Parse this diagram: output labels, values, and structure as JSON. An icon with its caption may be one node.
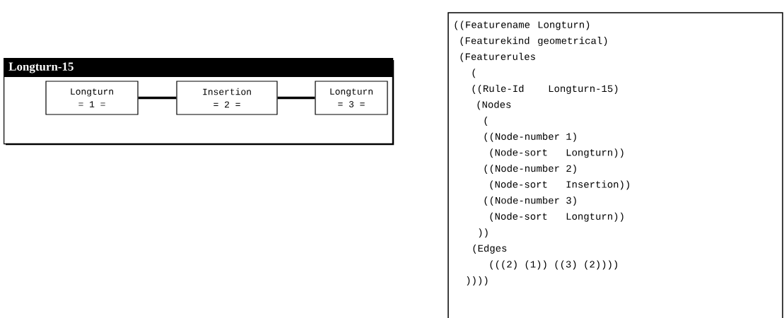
{
  "diagram": {
    "nodes": [
      {
        "text": [
          "Longturn-15"
        ]
      },
      {
        "text": [
          "Longturn",
          "= 1 ="
        ],
        "in": 0
      },
      {
        "text": [
          "Insertion",
          "= 2 ="
        ],
        "in": 0
      },
      {
        "text": [
          "Longturn",
          "= 3 ="
        ],
        "in": 0
      },
      {
        "text": [
          "((Featurename",
          "Longturn)",
          "(Featurekind",
          "geometrical)",
          "(Featurerules",
          "(",
          "((Rule-Id",
          "Longturn-15)",
          "(Nodes",
          "(",
          "((Node-number 1)",
          "(Node-sort",
          "Longturn))",
          "((Node-number 2)",
          "(Node-sort",
          "Insertion))",
          "((Node-number 3)",
          "(Node-sort",
          "Longturn))",
          "))",
          "(Edges",
          "(((2) (1)) ((3) (2))))",
          "))))"
        ]
      }
    ],
    "edges": [
      {
        "from": 1,
        "to": 2,
        "arrow": "none"
      },
      {
        "from": 2,
        "to": 3,
        "arrow": "none"
      }
    ]
  }
}
